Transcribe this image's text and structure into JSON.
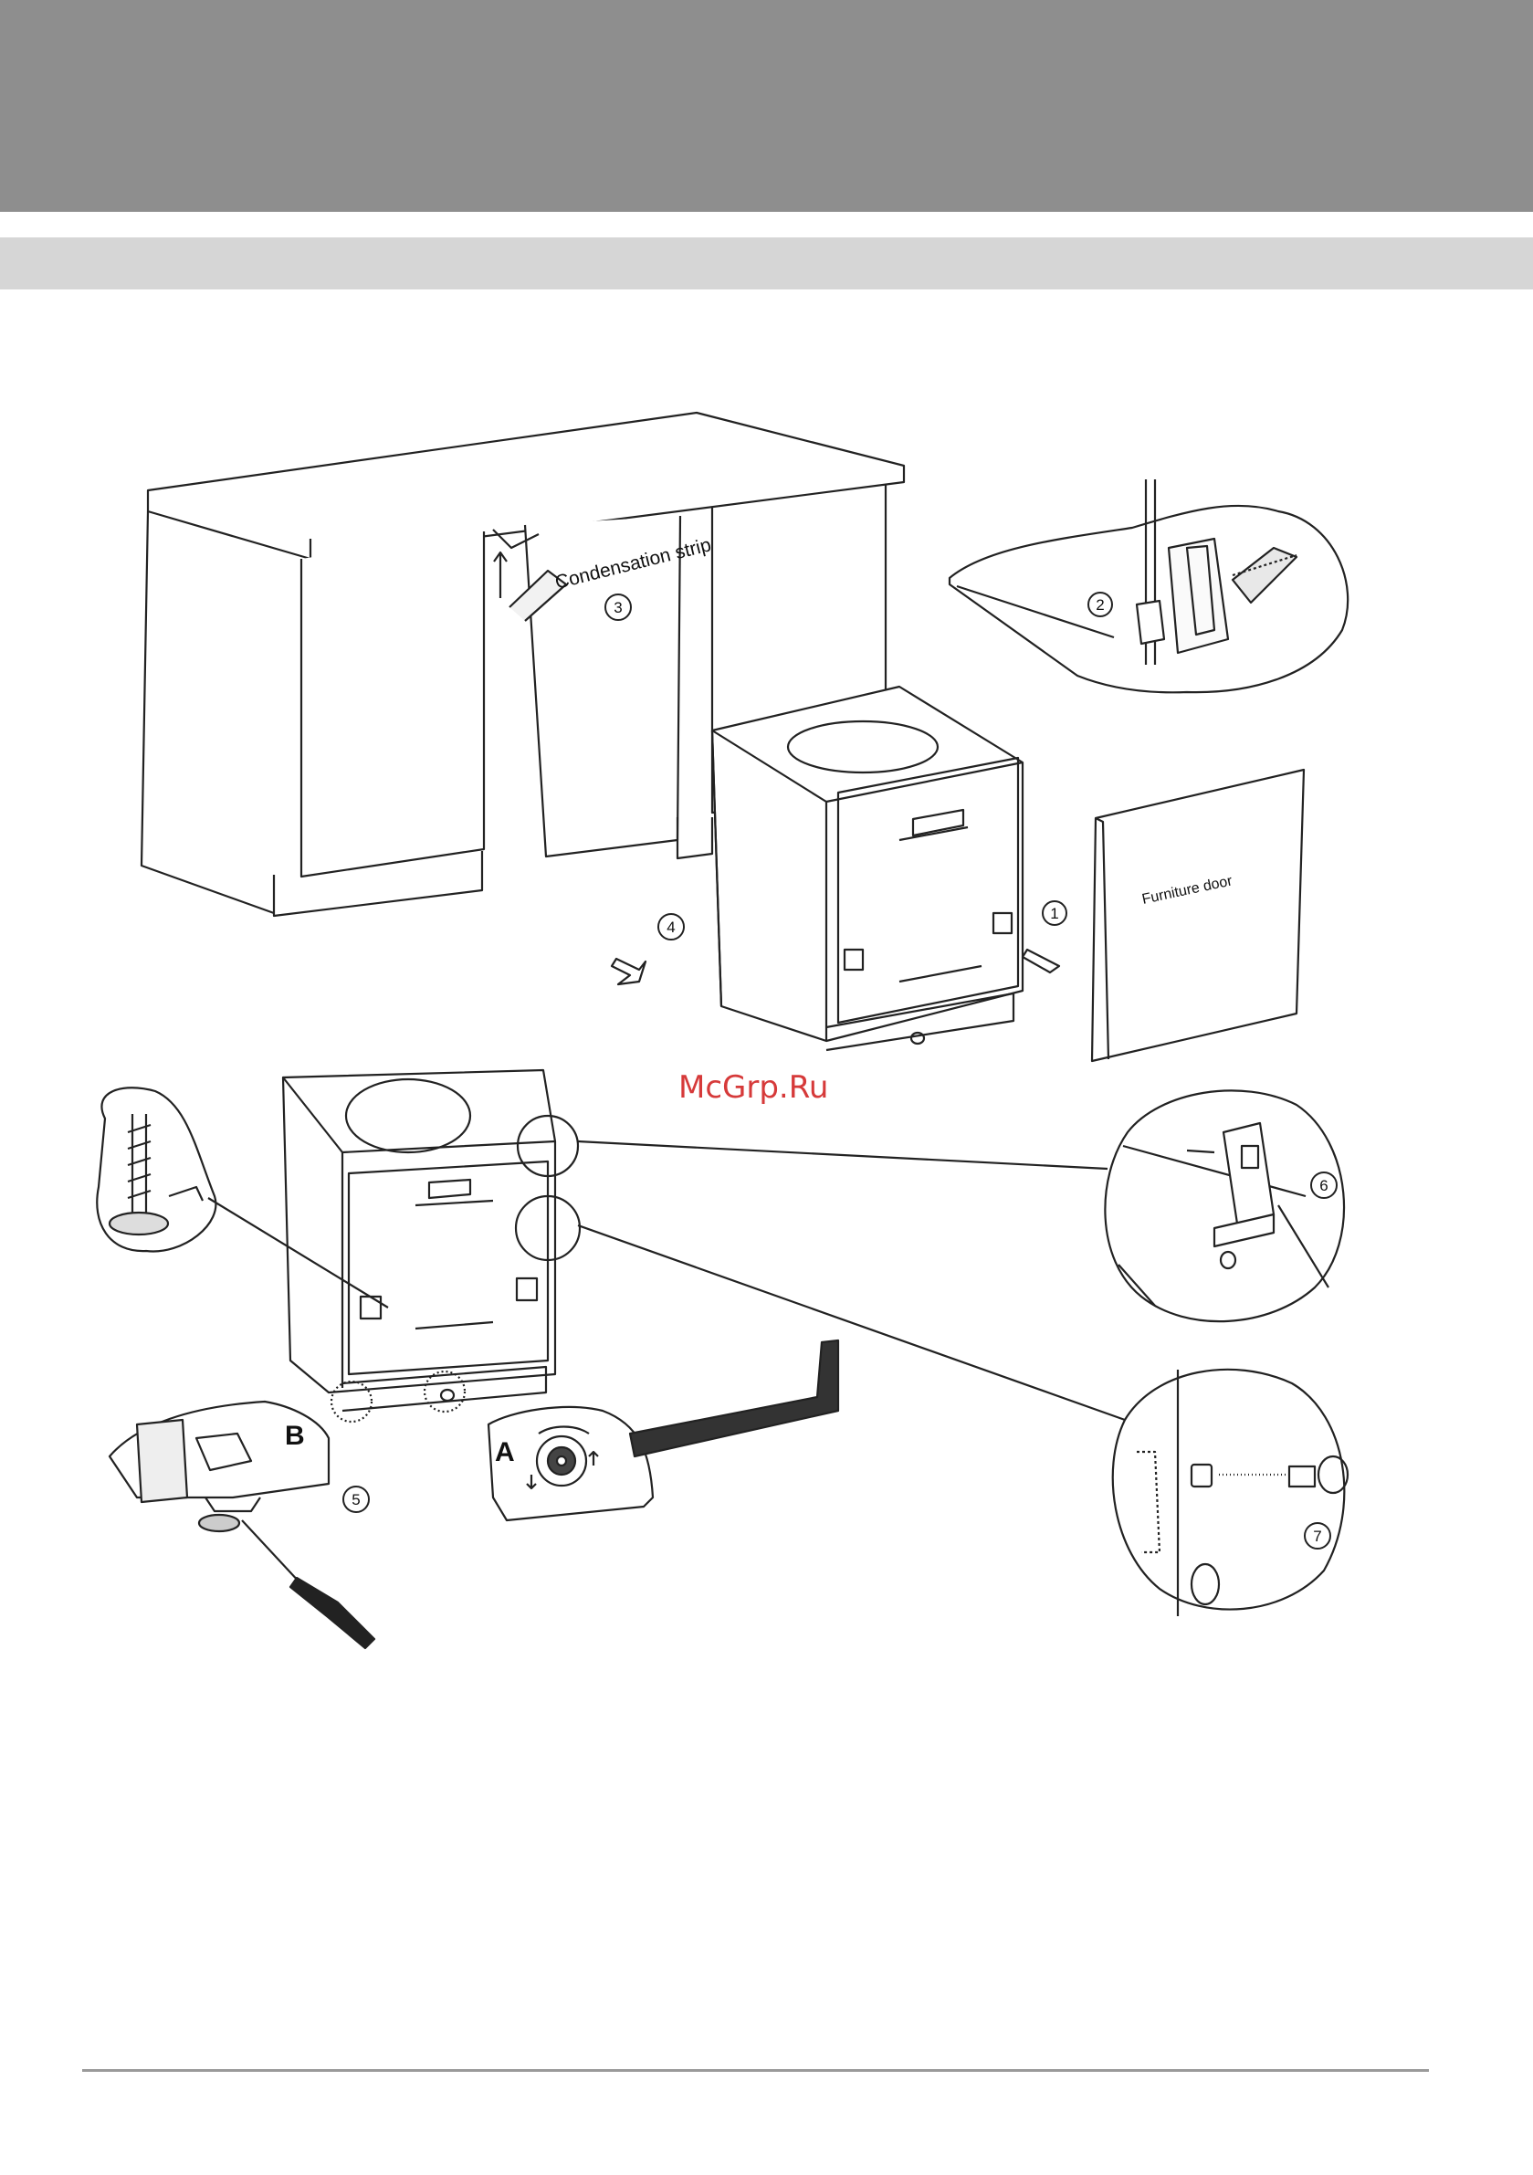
{
  "page": {
    "header_color": "#8e8e8e",
    "subheader_color": "#d6d6d6"
  },
  "labels": {
    "condensation": "Condensation strip",
    "furniture_door": "Furniture door",
    "watermark": "McGrp.Ru",
    "letter_a": "A",
    "letter_b": "B"
  },
  "steps": [
    "1",
    "2",
    "3",
    "4",
    "5",
    "6",
    "7"
  ],
  "watermark_color": "#d63a3a"
}
